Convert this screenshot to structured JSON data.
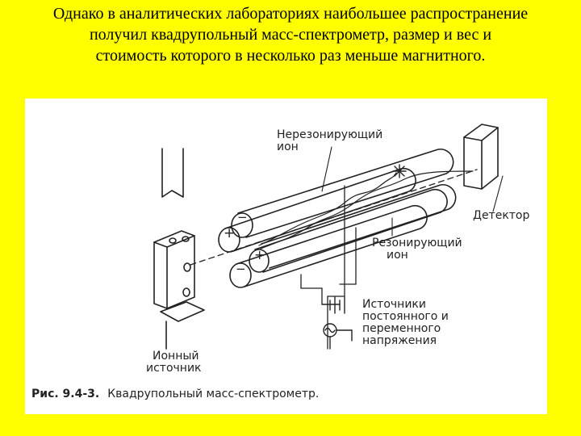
{
  "slide": {
    "text_lines": [
      "Однако в аналитических лабораториях наибольшее распространение",
      "получил квадрупольный масс-спектрометр, размер и вес и",
      "стоимость которого в несколько раз меньше магнитного."
    ]
  },
  "figure": {
    "labels": {
      "nonresonant_line1": "Нерезонирующий",
      "nonresonant_line2": "ион",
      "detector": "Детектор",
      "resonant_line1": "Резонирующий",
      "resonant_line2": "ион",
      "sources_line1": "Источники",
      "sources_line2": "постоянного и",
      "sources_line3": "переменного",
      "sources_line4": "напряжения",
      "ion_source_line1": "Ионный",
      "ion_source_line2": "источник"
    },
    "rod_signs": {
      "top_back": "−",
      "left": "+",
      "right": "+",
      "bottom": "−"
    },
    "caption": {
      "number": "Рис. 9.4-3.",
      "title": "Квадрупольный масс-спектрометр."
    }
  },
  "colors": {
    "background": "#ffff00",
    "figure_background": "#ffffff",
    "ink": "#222222"
  }
}
